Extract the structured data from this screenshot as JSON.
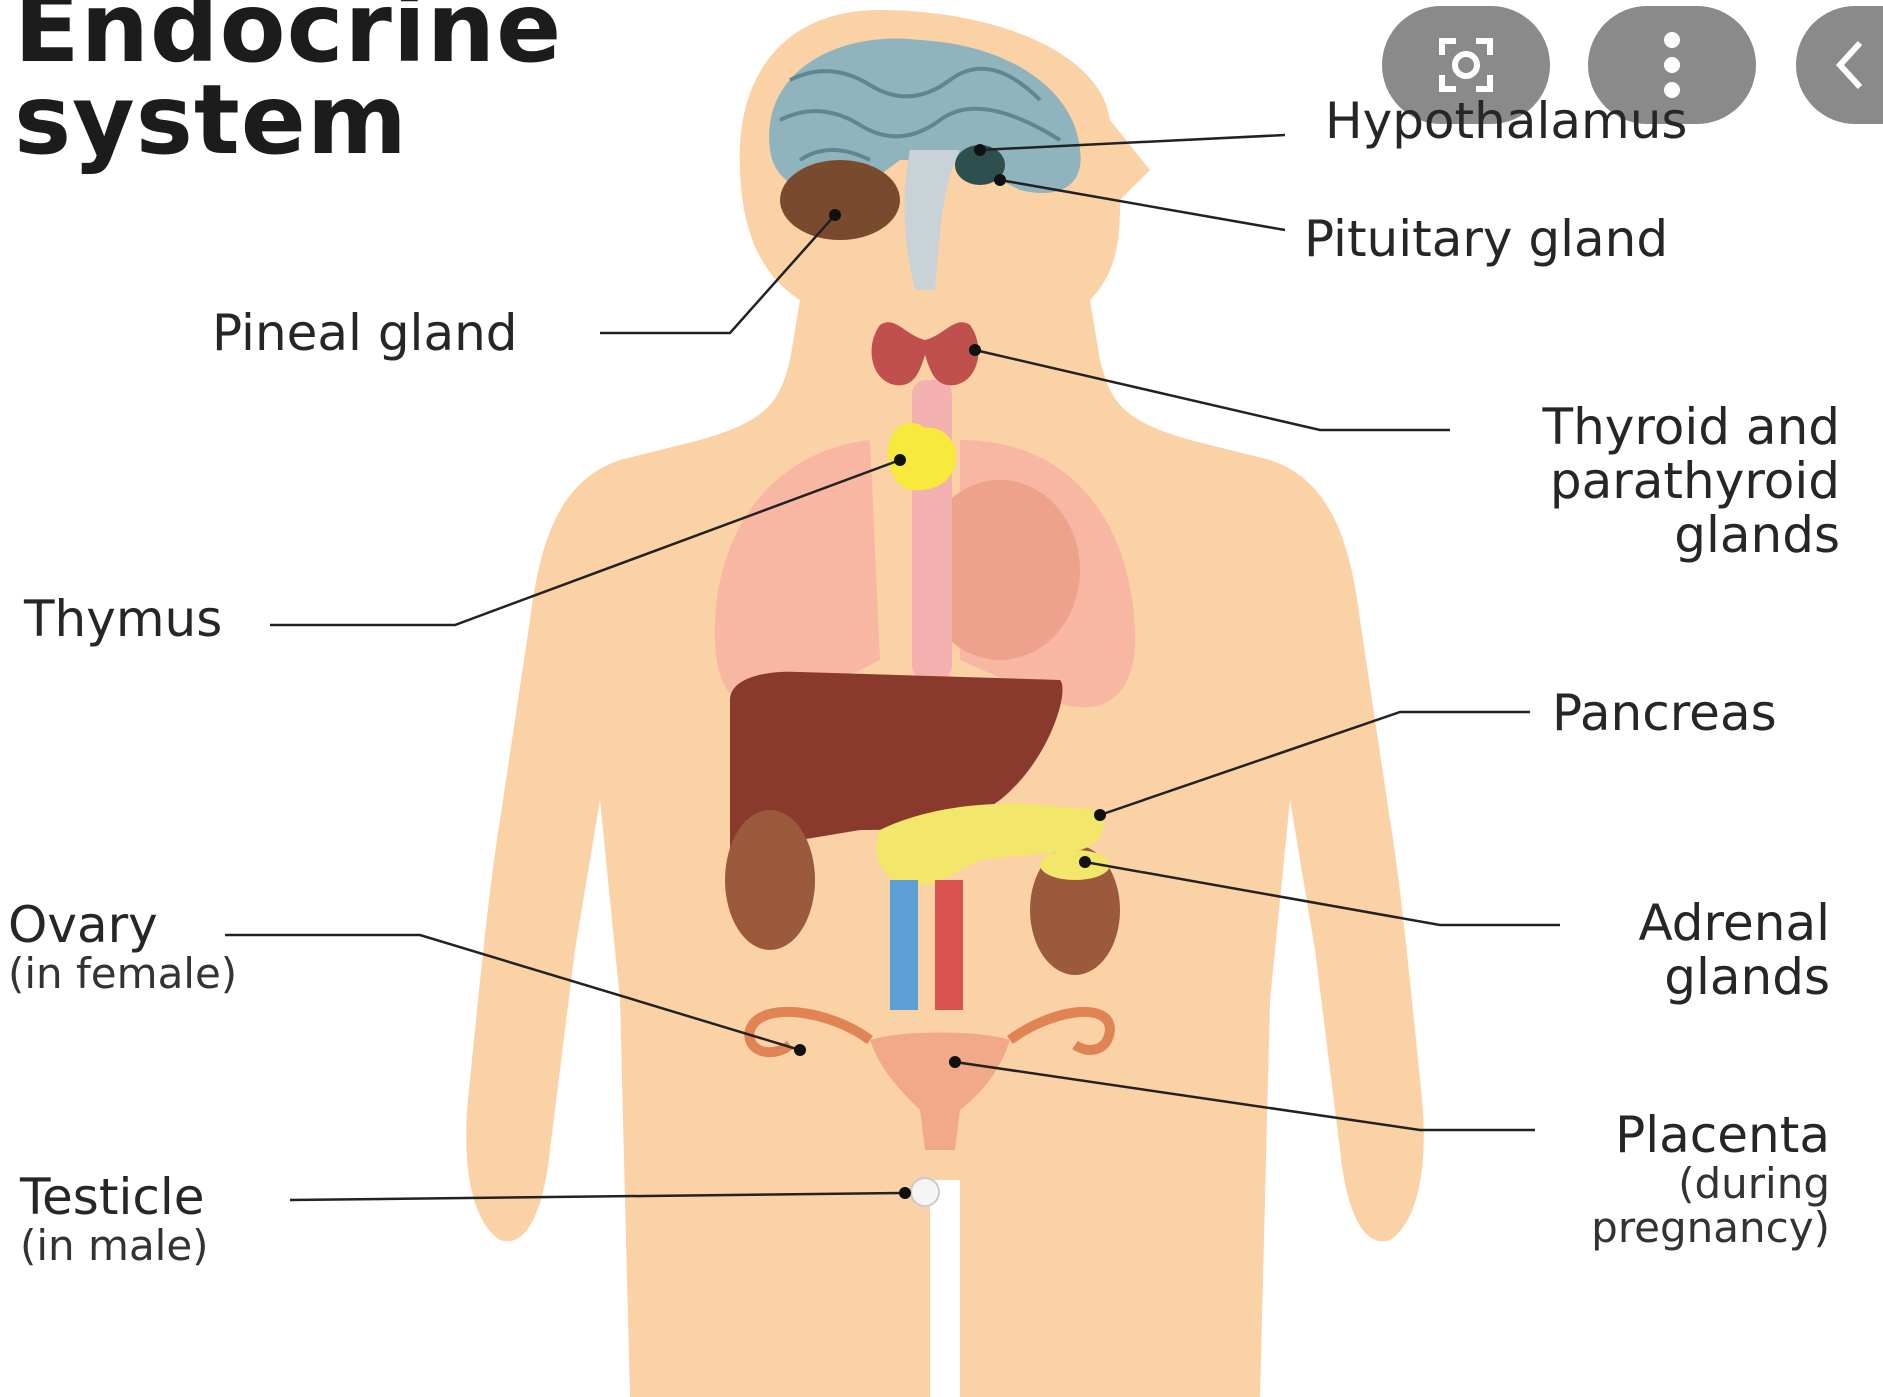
{
  "title": {
    "line1": "Endocrine",
    "line2": "system"
  },
  "labels": {
    "hypothalamus": "Hypothalamus",
    "pituitary": "Pituitary gland",
    "pineal": "Pineal gland",
    "thyroid_1": "Thyroid and",
    "thyroid_2": "parathyroid",
    "thyroid_3": "glands",
    "thymus": "Thymus",
    "pancreas": "Pancreas",
    "adrenal_1": "Adrenal",
    "adrenal_2": "glands",
    "ovary": "Ovary",
    "ovary_note": "(in female)",
    "placenta": "Placenta",
    "placenta_note_1": "(during",
    "placenta_note_2": "pregnancy)",
    "testicle": "Testicle",
    "testicle_note": "(in male)"
  },
  "overlay_buttons": [
    {
      "icon": "lens-search-icon"
    },
    {
      "icon": "more-vert-icon"
    },
    {
      "icon": "chevron-left-icon"
    }
  ],
  "colors": {
    "skin": "#fbd1a6",
    "brain": "#8fb4bd",
    "thyroid": "#c0504d",
    "thymus": "#f7ea3c",
    "liver": "#8a3a2c",
    "pancreas": "#f2e66b",
    "vein": "#5b9fd6",
    "artery": "#d9534f",
    "button": "#8a8a8a"
  }
}
